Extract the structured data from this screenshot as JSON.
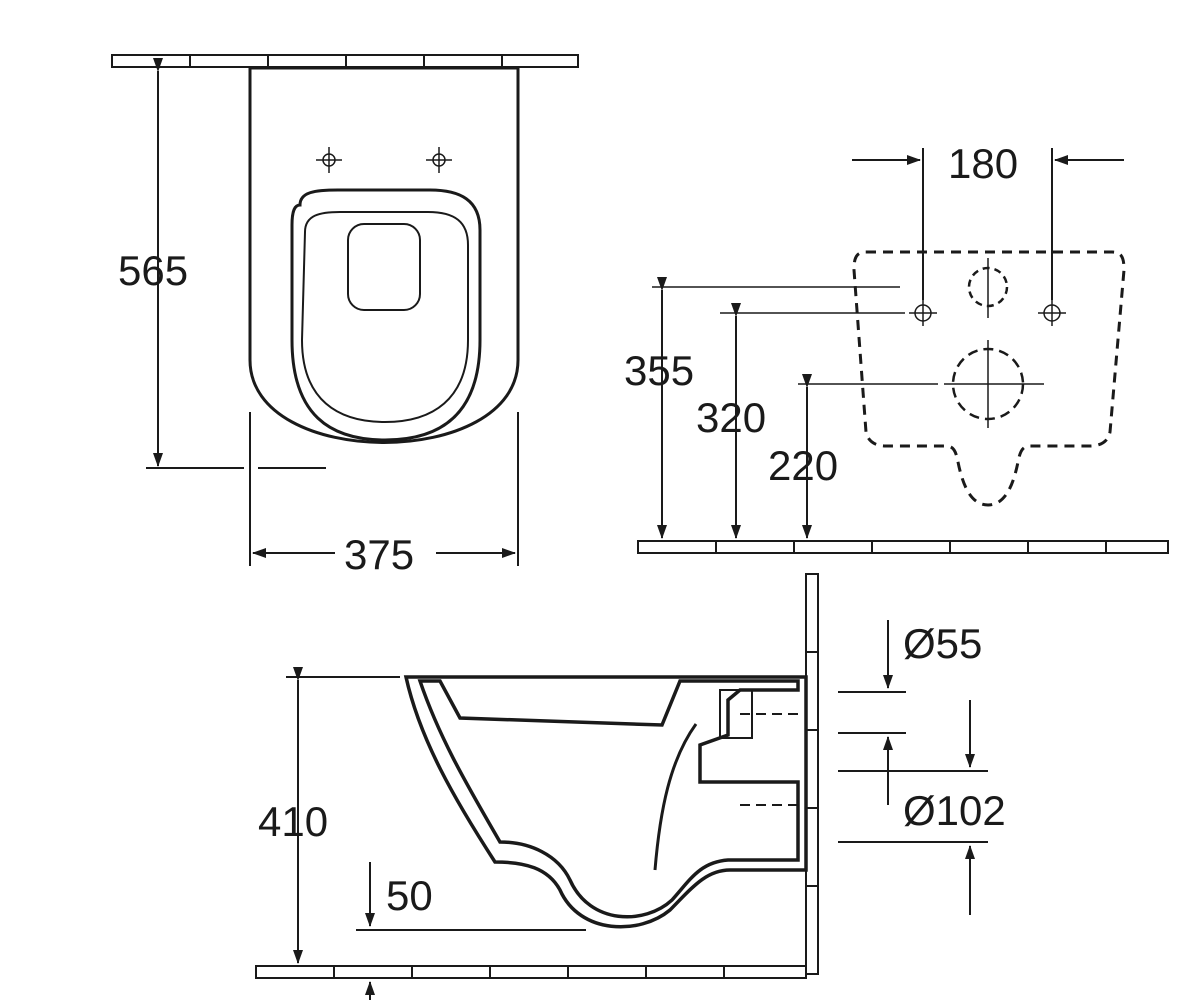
{
  "top_view": {
    "height_label": "565",
    "width_label": "375"
  },
  "rear_view": {
    "hole_spacing_label": "180",
    "height_label_a": "355",
    "height_label_b": "320",
    "height_label_c": "220"
  },
  "side_view": {
    "inlet_diameter_label": "Ø55",
    "outlet_diameter_label": "Ø102",
    "height_label": "410",
    "offset_label": "50"
  },
  "colors": {
    "line": "#1a1a1a",
    "background": "#ffffff"
  }
}
